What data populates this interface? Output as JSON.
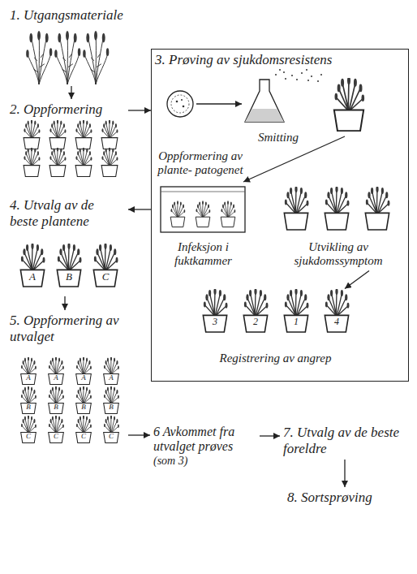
{
  "diagram": {
    "nodes": [
      {
        "text": [
          "1. Utgangsmateriale"
        ]
      },
      {
        "text": [
          "2. Oppformering"
        ]
      },
      {
        "text": [
          "3. Prøving av sjukdomsresistens"
        ]
      },
      {
        "text": [
          "Oppformering av plante- patogenet"
        ],
        "in": 2
      },
      {
        "text": [
          "Infeksjon i fuktkammer"
        ],
        "in": 2
      },
      {
        "text": [
          "Utvikling av sjukdomssymptom"
        ],
        "in": 2
      },
      {
        "text": [
          "Registrering av angrep"
        ],
        "in": 2
      },
      {
        "text": [
          "4. Utvalg av de beste plantene"
        ]
      },
      {
        "text": [
          "5. Oppformering av utvalget"
        ]
      },
      {
        "text": [
          "6 Avkommet fra utvalget prøves",
          "(som 3)"
        ]
      },
      {
        "text": [
          "7. Utvalg av de beste foreldre"
        ]
      },
      {
        "text": [
          "8. Sortsprøving"
        ]
      }
    ],
    "edges": [
      {
        "from": 0,
        "to": 1,
        "arrow": "to"
      },
      {
        "from": 1,
        "to": 2,
        "arrow": "to"
      },
      {
        "from": 5,
        "to": 6,
        "arrow": "to"
      },
      {
        "from": 2,
        "to": 7,
        "arrow": "to"
      },
      {
        "from": 7,
        "to": 8,
        "arrow": "to"
      },
      {
        "from": 8,
        "to": 9,
        "arrow": "to"
      },
      {
        "from": 9,
        "to": 10,
        "arrow": "to"
      },
      {
        "from": 10,
        "to": 11,
        "arrow": "to"
      }
    ],
    "labels": [
      "Smitting",
      "3",
      "2",
      "1",
      "4",
      "A",
      "B",
      "C",
      "A",
      "A",
      "A",
      "A",
      "B",
      "B",
      "B",
      "B",
      "C",
      "C",
      "C",
      "C"
    ]
  }
}
